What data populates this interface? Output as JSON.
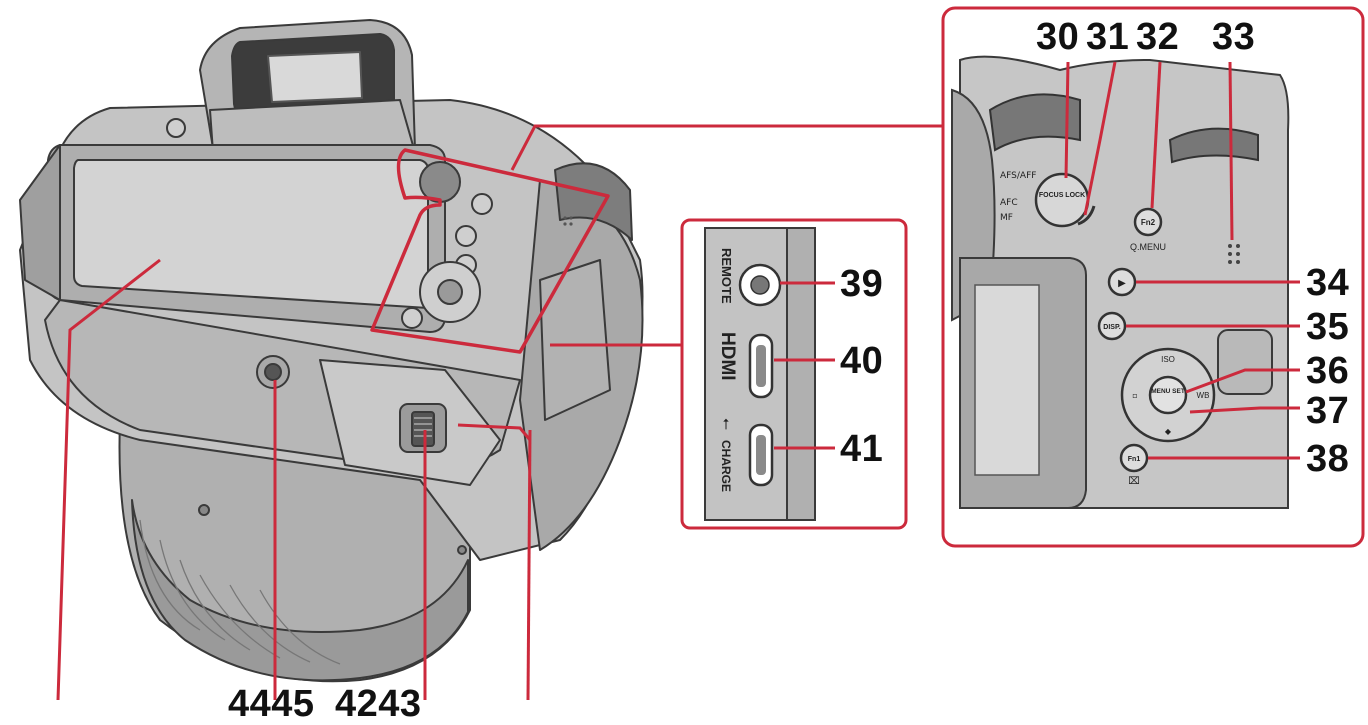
{
  "colors": {
    "callout": "#cc2a3c",
    "body_gray": "#bfbfbf",
    "body_dark": "#8f8f8f",
    "outline": "#3a3a3a"
  },
  "port_labels": {
    "remote": "REMOTE",
    "hdmi": "HDMI",
    "usb": "CHARGE"
  },
  "button_labels": {
    "focus_lock": "FOCUS LOCK",
    "fn2": "Fn2",
    "q_menu": "Q.MENU",
    "disp": "DISP.",
    "menu_set": "MENU SET",
    "fn1": "Fn1",
    "iso": "ISO",
    "wb": "WB",
    "af_mode_sw": [
      "AFS/AFF",
      "AFC",
      "MF"
    ]
  },
  "callouts": {
    "n30": "30",
    "n31": "31",
    "n32": "32",
    "n33": "33",
    "n34": "34",
    "n35": "35",
    "n36": "36",
    "n37": "37",
    "n38": "38",
    "n39": "39",
    "n40": "40",
    "n41": "41",
    "bottom_left": "4445",
    "bottom_right": "4243"
  }
}
